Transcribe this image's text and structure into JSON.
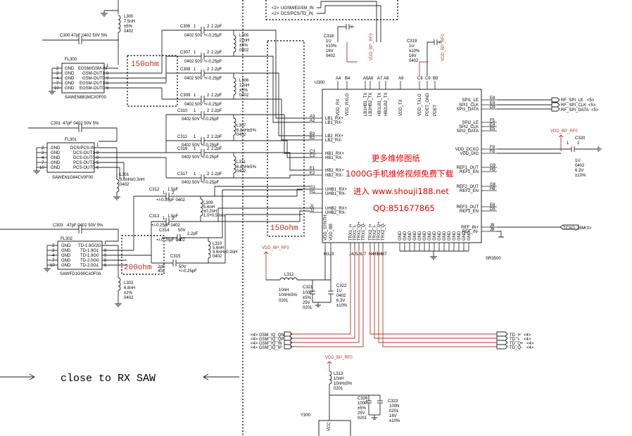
{
  "colors": {
    "wire": "#222222",
    "power_wire": "#b23a2a",
    "ad_text": "#e60000",
    "ohm_text": "#b3331f"
  },
  "chip": {
    "ref": "U300",
    "name": "SR3500",
    "top_pins": [
      "VDD_RX",
      "VDD_RXLO",
      "LB1HB1_TX",
      "LB2HB2_TX",
      "HB1LB1_TX",
      "HB2LB2_TX",
      "VDD_TX",
      "VDD_TXLO",
      "PDET_GND",
      "PDET"
    ],
    "top_pin_nums": [
      "A4",
      "B4",
      "A5",
      "A6",
      "A7",
      "A8",
      "A9",
      "C8",
      "C9",
      "B9"
    ],
    "left_pins": [
      "LB1_RX+",
      "LB1_RX-",
      "LB2_RX+",
      "LB2_RX-",
      "HB1_RX+",
      "HB1_RX-",
      "HB2_RX+",
      "HB2_RX-",
      "UHB1_RX+",
      "UHB1_RX-",
      "UHB2_RX+",
      "UHB2_RX-"
    ],
    "left_pin_nums": [
      "A3",
      "A2",
      "B3",
      "B2",
      "C3",
      "C2",
      "E1",
      "E2",
      "G1",
      "H1",
      "J1",
      "J2"
    ],
    "right_pins": [
      "SPI1_LE",
      "SPI1_CLK",
      "SPI1_DATA",
      "SPI2_LE",
      "SPI2_CLK",
      "SPI2_DATA",
      "VDD_DCXO",
      "VDD_DIG",
      "REF1_OUT",
      "REF1_EN",
      "REF2_OUT",
      "REF2_EN",
      "REF3_OUT",
      "REF3_EN",
      "REF_IN+",
      "REF_IN-"
    ],
    "right_pin_nums": [
      "E8",
      "E9",
      "D9",
      "F5",
      "E4",
      "E5",
      "F9",
      "F8",
      "G9",
      "H9",
      "G8",
      "H8",
      "E6",
      "D5",
      "J9",
      "J8"
    ],
    "bottom_pins": [
      "VDD_SYNTH",
      "VDD_BB",
      "TRX1_I+",
      "TRX1_I-",
      "TRX1_Q+",
      "TRX1_Q-",
      "TRX2_I+",
      "TRX2_I-",
      "TRX2_Q+",
      "TRX2_Q-"
    ],
    "bottom_pin_nums": [
      "H3",
      "J3",
      "J4",
      "J5",
      "J6",
      "J7",
      "H4",
      "H5",
      "H6",
      "H7"
    ],
    "gnd_label": "GND",
    "gnd_pin_count": 15
  },
  "filters": [
    {
      "ref": "FL300",
      "part": "SAWEN881MCX0F00",
      "rows": [
        [
          "GND",
          "EGSM/GSM-IN"
        ],
        [
          "GND",
          "GSM-OUT1"
        ],
        [
          "GND",
          "GSM-OUT0"
        ],
        [
          "GND",
          "EGSM-OUT1"
        ],
        [
          "GND",
          "EGSM-OUT0"
        ]
      ],
      "pins": [
        "2",
        "3",
        "4",
        "7",
        "10"
      ],
      "rpins": [
        "1",
        "8",
        "9",
        "5",
        "6"
      ]
    },
    {
      "ref": "FL301",
      "part": "SAWEN1G84CV0F00",
      "rows": [
        [
          "GND",
          "DCS/PCS-IN"
        ],
        [
          "GND",
          "DCS-OUT1"
        ],
        [
          "GND",
          "DCS-OUT0"
        ],
        [
          "GND",
          "PCS-OUT1"
        ],
        [
          "GND",
          "PCS-OUT0"
        ]
      ],
      "pins": [
        "2",
        "3",
        "4",
        "7",
        "10"
      ],
      "rpins": [
        "1",
        "8",
        "9",
        "5",
        "6"
      ]
    },
    {
      "ref": "FL302",
      "part": "SAWFD1G90CA0F0A",
      "rows": [
        [
          "GND",
          "TD-1.9G/2G"
        ],
        [
          "GND",
          "TD-1.9G1"
        ],
        [
          "GND",
          "TD-1.9G0"
        ],
        [
          "GND",
          "TD-2.0G0"
        ],
        [
          "GND",
          "TD-2.0G1"
        ]
      ],
      "pins": [
        "2",
        "3",
        "4",
        "7",
        "10"
      ],
      "rpins": [
        "1",
        "8",
        "9",
        "5",
        "6"
      ]
    }
  ],
  "inductors": [
    {
      "ref": "L300",
      "lines": [
        "7.5nH",
        "±5%",
        "0402"
      ]
    },
    {
      "ref": "L305",
      "lines": [
        "22nH",
        "±5%",
        "0402"
      ]
    },
    {
      "ref": "L306",
      "lines": [
        "22nH",
        "±5%",
        "0402"
      ]
    },
    {
      "ref": "L307",
      "lines": [
        "6.8nH±5%",
        "0402"
      ]
    },
    {
      "ref": "L301",
      "lines": [
        "3.0nH±0.3nH",
        "0402"
      ]
    },
    {
      "ref": "L311",
      "lines": [
        "6.8nH±5%",
        "0402"
      ]
    },
    {
      "ref": "L309",
      "lines": [
        "5.6nH",
        "±0.2nH",
        "1.0+0.5mm"
      ]
    },
    {
      "ref": "L310",
      "lines": [
        "5.6nH",
        "5.6nH±0.3nH",
        "0402"
      ]
    },
    {
      "ref": "L303",
      "lines": [
        "6.8nH",
        "±2%",
        "0402"
      ]
    },
    {
      "ref": "L312",
      "lines": [
        "10nH",
        "10nH±5%",
        "0201"
      ]
    },
    {
      "ref": "L313",
      "lines": [
        "10nH",
        "10nH±5%",
        "0201"
      ]
    }
  ],
  "caps": [
    {
      "ref": "C300",
      "value": "47pF 0402 50V 5%"
    },
    {
      "ref": "C301",
      "value": "47pF 0402 50V 5%"
    },
    {
      "ref": "C303",
      "value": "47pF 0402 50V 5%"
    },
    {
      "ref": "C306",
      "value": "2.2pF",
      "sub": "0402 50V +/-0.25pF"
    },
    {
      "ref": "C307",
      "value": "2.2pF",
      "sub": "0402 50V +/-0.25pF"
    },
    {
      "ref": "C308",
      "value": "2.2pF",
      "sub": "0402 50V +/-0.25pF"
    },
    {
      "ref": "C309",
      "value": "2.2pF",
      "sub": "0402 50V +/-0.25pF"
    },
    {
      "ref": "C310",
      "value": "2.2pF",
      "sub": "0402 50V +/-0.25pF"
    },
    {
      "ref": "C311",
      "value": "2.2pF",
      "sub": "0402 50V +/-0.25pF"
    },
    {
      "ref": "C316",
      "value": "2.2pF",
      "sub": "0402 50V +/-0.25pF"
    },
    {
      "ref": "C317",
      "value": "2.2pF",
      "sub": "0402 50V +/-0.25pF"
    },
    {
      "ref": "C312",
      "value": "1.5pF",
      "sub": "+/-0.25pF 0402"
    },
    {
      "ref": "C313",
      "value": "1.5pF",
      "sub": "+/-0.25pF 0402"
    },
    {
      "ref": "C314",
      "value": "50V",
      "sub": "+/-0.25pF 0402"
    },
    {
      "ref": "C315",
      "value": "50V",
      "sub": "+/-0.25pF"
    },
    {
      "ref": "C318",
      "lines": [
        "1U",
        "±10%",
        "16V",
        "0402"
      ]
    },
    {
      "ref": "C319",
      "lines": [
        "1U",
        "±10%",
        "16V",
        "0402"
      ]
    },
    {
      "ref": "C320",
      "lines": [
        "1U",
        "0402",
        "6.3V",
        "±10%"
      ]
    },
    {
      "ref": "C321",
      "lines": [
        "100P",
        "±5%",
        "25V",
        "0201"
      ]
    },
    {
      "ref": "C322",
      "lines": [
        "1U",
        "0402",
        "6.3V",
        "±10%"
      ]
    },
    {
      "ref": "C326",
      "lines": [
        "100P",
        "±5%",
        "25V",
        "0201"
      ]
    },
    {
      "ref": "C323",
      "lines": [
        "100N",
        "0201",
        "16V",
        "±10%"
      ]
    }
  ],
  "nets": {
    "vdd": "VDD_BP_RF0",
    "tcxo": "TCXO_26M",
    "tcxo_ref": "<3>",
    "spi": [
      {
        "name": "RF_SPI_LE",
        "ref": "<5>"
      },
      {
        "name": "RF_SPI_CLK",
        "ref": "<5>"
      },
      {
        "name": "RF_SPI_DATA",
        "ref": "<5>"
      }
    ],
    "top_in": [
      {
        "ref": "<2>",
        "name": "UGSM/EGSM_IN"
      },
      {
        "ref": "<2>",
        "name": "DCS/PCS/TD_IN"
      }
    ],
    "gsm_iq": [
      {
        "ref": "<4>",
        "name": "GSM_IQ_QN"
      },
      {
        "ref": "<4>",
        "name": "GSM_IQ_QP"
      },
      {
        "ref": "<4>",
        "name": "GSM_IQ_IN"
      },
      {
        "ref": "<4>",
        "name": "GSM_IQ_IP"
      }
    ],
    "td_iq": [
      {
        "name": "TD_I+",
        "ref": "<4>"
      },
      {
        "name": "TD_I-",
        "ref": "<4>"
      },
      {
        "name": "TD_Q+",
        "ref": "<4>"
      },
      {
        "name": "TD_Q-",
        "ref": "<4>"
      }
    ]
  },
  "annotations": {
    "ohm_top": "150ohm",
    "ohm_right": "150ohm",
    "ohm_bottom": "200ohm",
    "close_to_saw": "close to RX SAW",
    "ad": [
      "更多维修图纸",
      "1000G手机维修视频免费下载",
      "进入 www.shouji188.net",
      "QQ:851677865"
    ]
  },
  "bottom_labels": {
    "y300": "Y300",
    "vcc": "VCC"
  }
}
